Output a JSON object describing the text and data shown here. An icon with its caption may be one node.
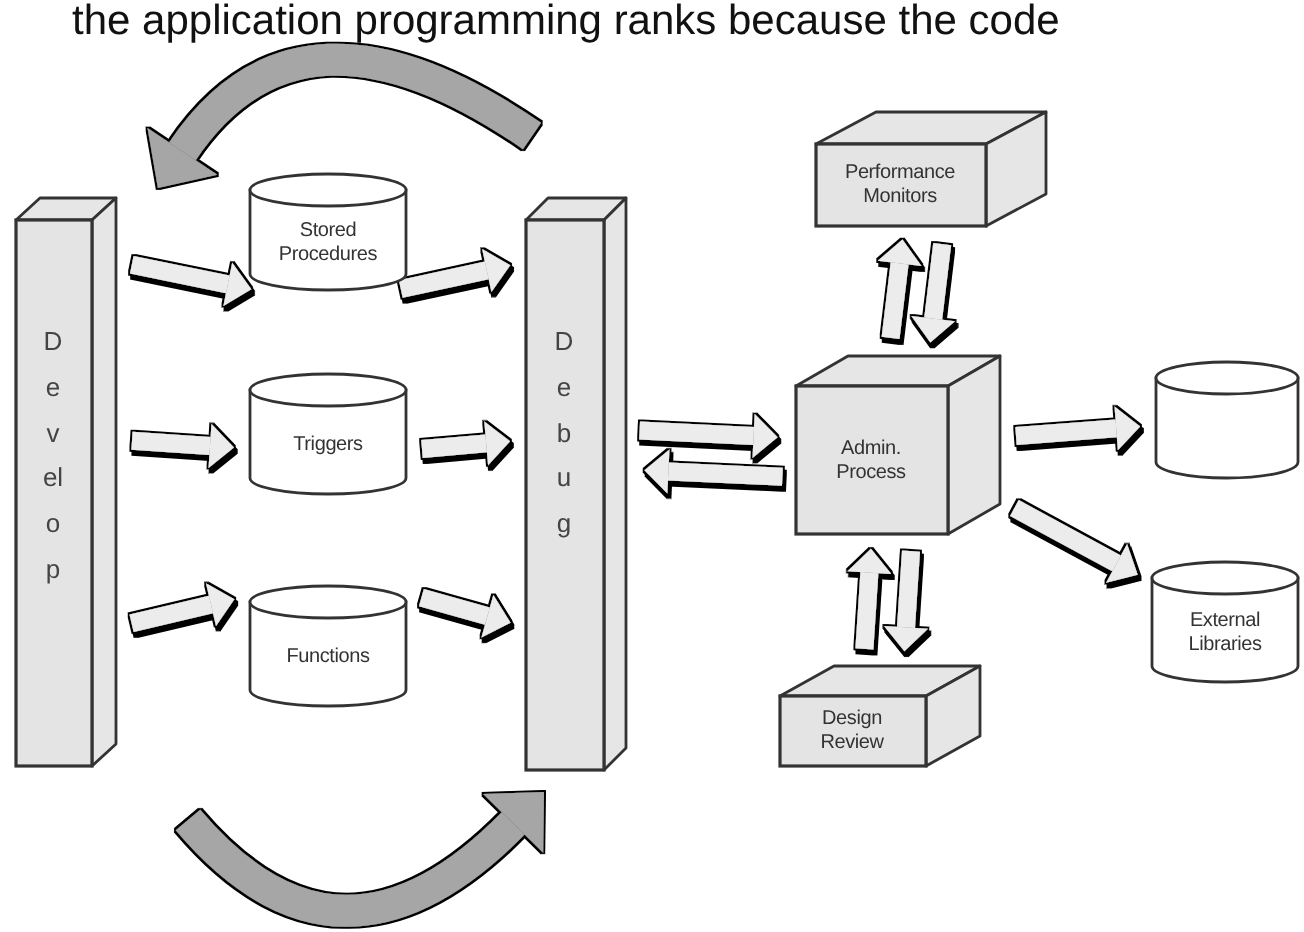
{
  "diagram": {
    "nodes": [
      {
        "text": [
          "Develop"
        ]
      },
      {
        "text": [
          "Stored Procedures"
        ]
      },
      {
        "text": [
          "Triggers"
        ]
      },
      {
        "text": [
          "Functions"
        ]
      },
      {
        "text": [
          "Debug"
        ]
      },
      {
        "text": [
          "Performance Monitors"
        ]
      },
      {
        "text": [
          "Admin. Process"
        ]
      },
      {
        "text": [],
        "shape": "cylinder"
      },
      {
        "text": [
          "External Libraries"
        ]
      },
      {
        "text": [
          "Design Review"
        ]
      }
    ],
    "edges": [
      {
        "from": 0,
        "to": 1,
        "arrow": "to"
      },
      {
        "from": 0,
        "to": 2,
        "arrow": "to"
      },
      {
        "from": 0,
        "to": 3,
        "arrow": "to"
      },
      {
        "from": 1,
        "to": 4,
        "arrow": "to"
      },
      {
        "from": 2,
        "to": 4,
        "arrow": "to"
      },
      {
        "from": 3,
        "to": 4,
        "arrow": "to"
      },
      {
        "from": 4,
        "to": 0,
        "arrow": "to",
        "color": "#a6a6a6"
      },
      {
        "from": 0,
        "to": 4,
        "arrow": "to",
        "color": "#a6a6a6"
      },
      {
        "from": 4,
        "to": 6,
        "arrow": "to"
      },
      {
        "from": 6,
        "to": 4,
        "arrow": "to"
      },
      {
        "from": 6,
        "to": 5,
        "arrow": "to"
      },
      {
        "from": 5,
        "to": 6,
        "arrow": "to"
      },
      {
        "from": 6,
        "to": 7,
        "arrow": "to"
      },
      {
        "from": 6,
        "to": 8,
        "arrow": "to"
      },
      {
        "from": 9,
        "to": 6,
        "arrow": "to"
      },
      {
        "from": 6,
        "to": 9,
        "arrow": "to"
      }
    ],
    "labels": [
      "the application programming ranks because the code"
    ]
  }
}
